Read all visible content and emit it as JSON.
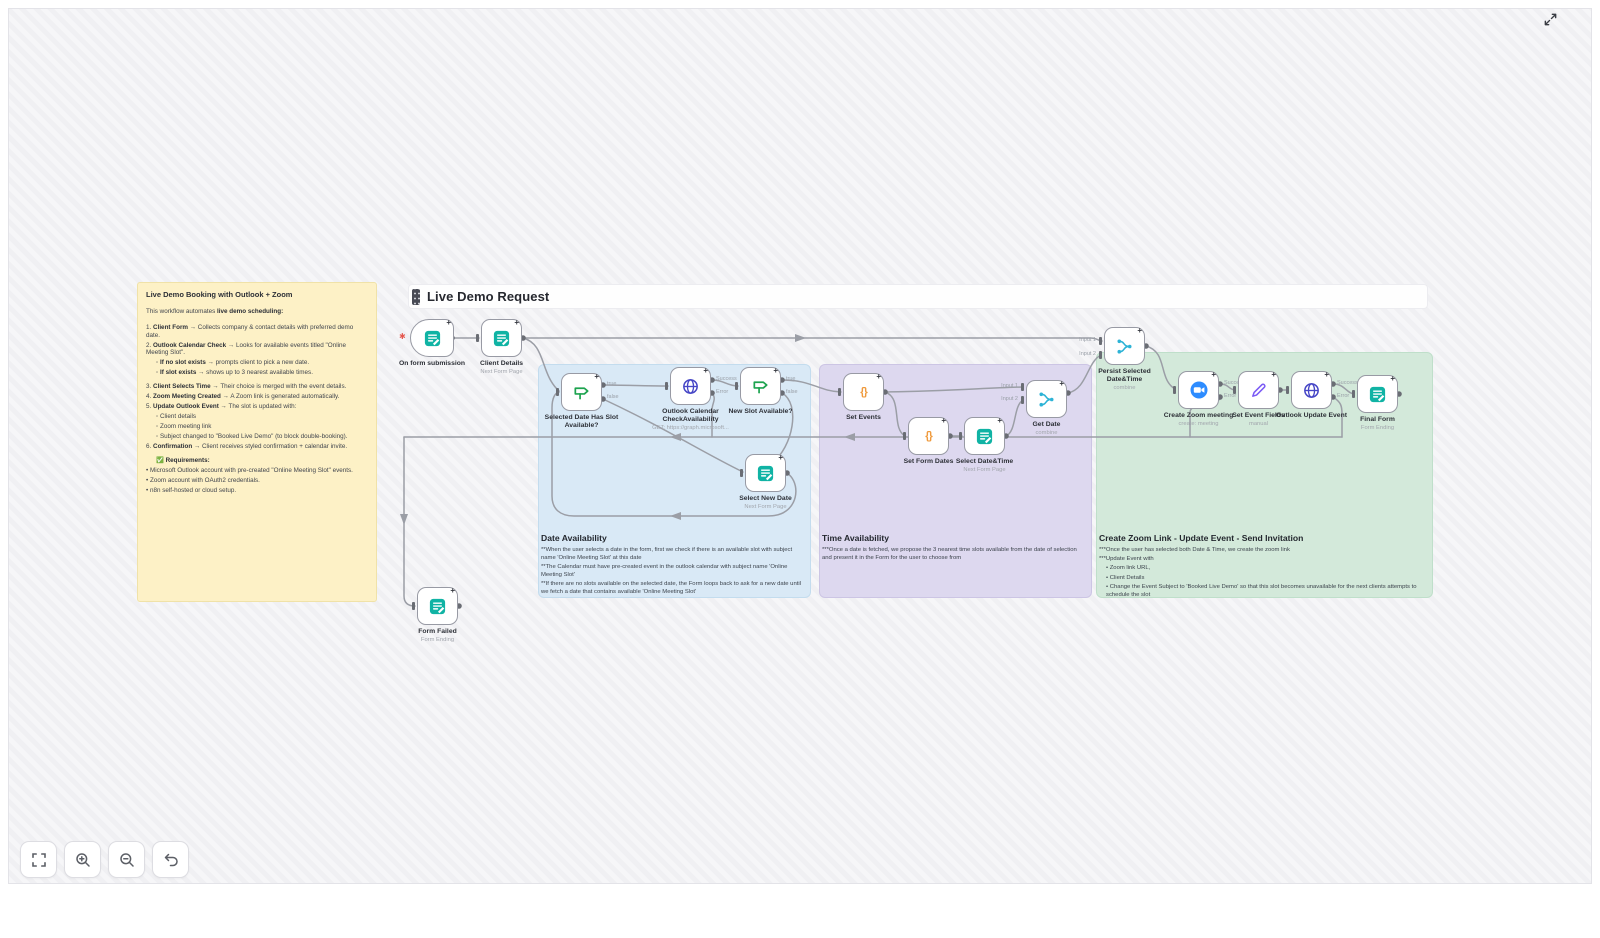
{
  "workflow": {
    "title": "Live Demo Request"
  },
  "sticky": {
    "title": "Live Demo Booking with Outlook + Zoom",
    "intro": {
      "t": "This workflow automates ",
      "b": "live demo scheduling:"
    },
    "steps": [
      {
        "n": "1.",
        "b": "Client Form",
        "t": " → Collects company & contact details with preferred demo date."
      },
      {
        "n": "2.",
        "b": "Outlook Calendar Check",
        "t": " → Looks for available events titled \"Online Meeting Slot\"."
      },
      {
        "n": "3.",
        "b": "Client Selects Time",
        "t": " → Their choice is merged with the event details."
      },
      {
        "n": "4.",
        "b": "Zoom Meeting Created",
        "t": " → A Zoom link is generated automatically."
      },
      {
        "n": "5.",
        "b": "Update Outlook Event",
        "t": " → The slot is updated with:"
      },
      {
        "n": "6.",
        "b": "Confirmation",
        "t": " → Client receives styled confirmation + calendar invite."
      }
    ],
    "step2_subs": [
      {
        "m": "◦",
        "b": "If no slot exists",
        "t": " → prompts client to pick a new date."
      },
      {
        "m": "◦",
        "b": "If slot exists",
        "t": " → shows up to 3 nearest available times."
      }
    ],
    "step5_subs": [
      {
        "m": "◦",
        "b": "",
        "t": "Client details"
      },
      {
        "m": "◦",
        "b": "",
        "t": "Zoom meeting link"
      },
      {
        "m": "◦",
        "b": "",
        "t": "Subject changed to \"Booked Live Demo\" (to block double-booking)."
      }
    ],
    "req_title": "✅ Requirements:",
    "reqs": [
      {
        "m": "•",
        "t": "Microsoft Outlook account with pre-created \"Online Meeting Slot\" events."
      },
      {
        "m": "•",
        "t": "Zoom account with OAuth2 credentials."
      },
      {
        "m": "•",
        "t": "n8n self-hosted or cloud setup."
      }
    ]
  },
  "regions": [
    {
      "title": "Date Availability",
      "lines": [
        "**When the user selects a date in the form, first we check if there is an available slot with subject name 'Online Meeting Slot' at this date",
        "**The Calendar must have pre-created event in the outlook calendar with subject name 'Online Meeting Slot'",
        "**If there are no slots available on the selected date, the Form loops back to ask for a new date until we fetch a date that contains available 'Online Meeting Slot'"
      ]
    },
    {
      "title": "Time Availability",
      "lines": [
        "***Once a date is fetched, we propose the 3 nearest time slots available from the date of selection and present it in the Form for the user to choose from"
      ]
    },
    {
      "title": "Create Zoom Link - Update Event - Send Invitation",
      "lines": [
        "***Once the user has selected both Date & Time, we create the zoom link",
        "***Update Event with"
      ],
      "bullets": [
        {
          "m": "•",
          "t": "Zoom link URL,"
        },
        {
          "m": "•",
          "t": "Client Details"
        },
        {
          "m": "•",
          "t": "Change the Event Subject to 'Booked Live Demo' so that this slot becomes unavailable for the next clients attempts to schedule the slot"
        }
      ]
    }
  ],
  "nodes": [
    {
      "label": "On form submission",
      "subtitle": "",
      "icon": "form-trigger-icon"
    },
    {
      "label": "Client Details",
      "subtitle": "Next Form Page",
      "icon": "form-icon"
    },
    {
      "label": "Selected Date Has Slot Available?",
      "subtitle": "",
      "icon": "if-branch-icon"
    },
    {
      "label": "Outlook Calendar CheckAvailability",
      "subtitle": "GET: https://graph.microsoft...",
      "icon": "globe-icon"
    },
    {
      "label": "New Slot Available?",
      "subtitle": "",
      "icon": "if-branch-icon"
    },
    {
      "label": "Select New Date",
      "subtitle": "Next Form Page",
      "icon": "form-icon"
    },
    {
      "label": "Set Events",
      "subtitle": "",
      "icon": "braces-icon"
    },
    {
      "label": "Set Form Dates",
      "subtitle": "",
      "icon": "braces-icon"
    },
    {
      "label": "Select Date&Time",
      "subtitle": "Next Form Page",
      "icon": "form-icon"
    },
    {
      "label": "Get Date",
      "subtitle": "combine",
      "icon": "merge-icon"
    },
    {
      "label": "Persist Selected Date&Time",
      "subtitle": "combine",
      "icon": "merge-icon"
    },
    {
      "label": "Create Zoom meeting",
      "subtitle": "create: meeting",
      "icon": "zoom-camera-icon"
    },
    {
      "label": "Set Event Fields",
      "subtitle": "manual",
      "icon": "pencil-icon"
    },
    {
      "label": "Outlook Update Event",
      "subtitle": "",
      "icon": "globe-icon"
    },
    {
      "label": "Final Form",
      "subtitle": "Form Ending",
      "icon": "form-icon"
    },
    {
      "label": "Form Failed",
      "subtitle": "Form Ending",
      "icon": "form-icon"
    }
  ],
  "port_labels": {
    "if1_true": "true",
    "if1_false": "false",
    "http1_success": "Success",
    "http1_error": "Error",
    "if2_true": "true",
    "if2_false": "false",
    "getdate_in1": "Input 1",
    "getdate_in2": "Input 2",
    "persist_in1": "Input 1",
    "persist_in2": "Input 2",
    "zoom_success": "Success",
    "zoom_error": "Error",
    "update_success": "Success",
    "update_error": "Error"
  },
  "icons": {
    "plus-icon": "+",
    "braces-icon": "{}",
    "trigger-bolt-icon": "✱"
  },
  "colors": {
    "sticky_yellow": "#fdf1c6",
    "region_blue": "#d9e9f6",
    "region_purple": "#ddd8ef",
    "region_green": "#d3e9da",
    "connector_gray": "#9b9ea6",
    "form_teal": "#10b3a4",
    "if_green": "#1da34f",
    "http_indigo": "#4646c6",
    "set_orange": "#ef9a3d",
    "merge_cyan": "#2db3d6",
    "zoom_blue": "#2d8cff",
    "edit_purple": "#7a5af5",
    "trigger_red": "#e4574e"
  }
}
